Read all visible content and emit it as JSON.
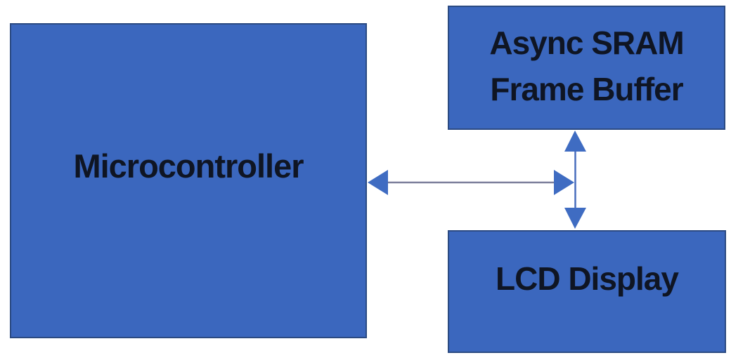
{
  "diagram": {
    "nodes": {
      "microcontroller": {
        "label": "Microcontroller"
      },
      "sram": {
        "label_line1": "Async SRAM",
        "label_line2": "Frame Buffer"
      },
      "lcd": {
        "label": "LCD Display"
      }
    },
    "connectors": {
      "mcu_bus": {
        "type": "double-arrow",
        "orientation": "horizontal"
      },
      "sram_lcd_bus": {
        "type": "double-arrow",
        "orientation": "vertical"
      }
    },
    "colors": {
      "node_fill": "#3b67be",
      "node_border": "#2b4a82",
      "label_color": "#0f1523",
      "arrow_head": "#3f6cc2",
      "arrow_line_horizontal": "#7c7f9b",
      "arrow_line_vertical": "#4a6fbd",
      "canvas_bg": "#ffffff"
    }
  }
}
